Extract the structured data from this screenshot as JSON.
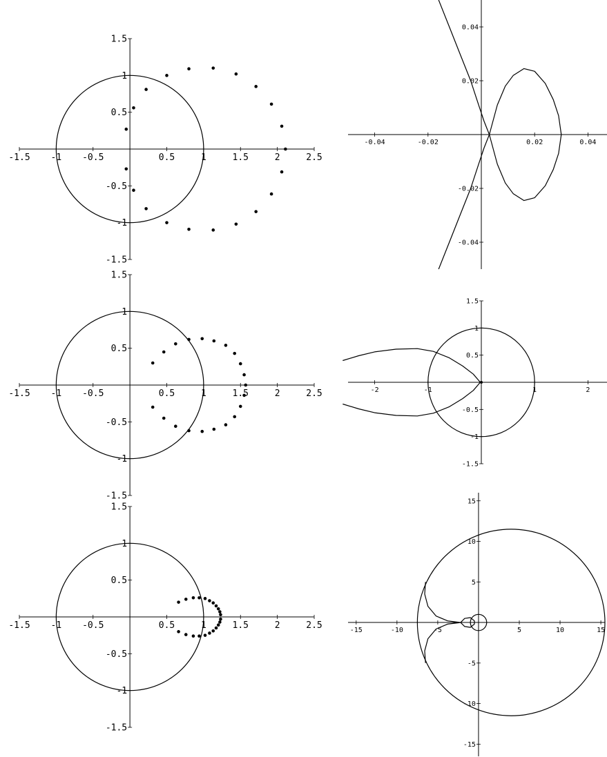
{
  "chart_data": [
    {
      "id": "panel-top-left",
      "type": "scatter",
      "xlim": [
        -1.5,
        2.5
      ],
      "ylim": [
        -1.5,
        1.5
      ],
      "x_ticks": [
        -1.5,
        -1,
        -0.5,
        0.5,
        1,
        1.5,
        2,
        2.5
      ],
      "x_tick_labels": [
        "-1.5",
        "-1",
        "-0.5",
        "0.5",
        "1",
        "1.5",
        "2",
        "2.5"
      ],
      "y_ticks": [
        -1.5,
        -1,
        -0.5,
        0.5,
        1,
        1.5
      ],
      "y_tick_labels": [
        "-1.5",
        "-1",
        "-0.5",
        "0.5",
        "1",
        "1.5"
      ],
      "grid": false,
      "circles": [
        {
          "cx": 0,
          "cy": 0,
          "r": 1
        }
      ],
      "points": [
        [
          -0.05,
          0.27
        ],
        [
          0.05,
          0.56
        ],
        [
          0.22,
          0.81
        ],
        [
          0.5,
          1.0
        ],
        [
          0.8,
          1.09
        ],
        [
          1.13,
          1.1
        ],
        [
          1.44,
          1.02
        ],
        [
          1.71,
          0.85
        ],
        [
          1.92,
          0.61
        ],
        [
          2.06,
          0.31
        ],
        [
          2.11,
          0.0
        ],
        [
          -0.05,
          -0.27
        ],
        [
          0.05,
          -0.56
        ],
        [
          0.22,
          -0.81
        ],
        [
          0.5,
          -1.0
        ],
        [
          0.8,
          -1.09
        ],
        [
          1.13,
          -1.1
        ],
        [
          1.44,
          -1.02
        ],
        [
          1.71,
          -0.85
        ],
        [
          1.92,
          -0.61
        ],
        [
          2.06,
          -0.31
        ]
      ]
    },
    {
      "id": "panel-top-right",
      "type": "line",
      "xlim": [
        -0.05,
        0.05
      ],
      "ylim": [
        -0.05,
        0.05
      ],
      "x_ticks": [
        -0.04,
        -0.02,
        0.02,
        0.04
      ],
      "x_tick_labels": [
        "-0.04",
        "-0.02",
        "0.02",
        "0.04"
      ],
      "y_ticks": [
        -0.04,
        -0.02,
        0.02,
        0.04
      ],
      "y_tick_labels": [
        "-0.04",
        "-0.02",
        "0.02",
        "0.04"
      ],
      "grid": false,
      "curves": [
        {
          "points": [
            [
              0.003,
              0.0
            ],
            [
              0.006,
              0.011
            ],
            [
              0.009,
              0.018
            ],
            [
              0.012,
              0.022
            ],
            [
              0.016,
              0.0245
            ],
            [
              0.02,
              0.0235
            ],
            [
              0.024,
              0.019
            ],
            [
              0.027,
              0.013
            ],
            [
              0.029,
              0.007
            ],
            [
              0.03,
              0.0
            ],
            [
              0.029,
              -0.007
            ],
            [
              0.027,
              -0.013
            ],
            [
              0.024,
              -0.019
            ],
            [
              0.02,
              -0.0235
            ],
            [
              0.016,
              -0.0245
            ],
            [
              0.012,
              -0.022
            ],
            [
              0.009,
              -0.018
            ],
            [
              0.006,
              -0.011
            ],
            [
              0.003,
              0.0
            ]
          ]
        },
        {
          "points": [
            [
              -0.016,
              0.05
            ],
            [
              -0.012,
              0.04
            ],
            [
              -0.008,
              0.03
            ],
            [
              -0.004,
              0.02
            ],
            [
              -0.001,
              0.011
            ],
            [
              0.001,
              0.005
            ],
            [
              0.003,
              0.0
            ],
            [
              0.001,
              -0.005
            ],
            [
              -0.001,
              -0.011
            ],
            [
              -0.004,
              -0.02
            ],
            [
              -0.008,
              -0.03
            ],
            [
              -0.012,
              -0.04
            ],
            [
              -0.016,
              -0.05
            ]
          ]
        }
      ]
    },
    {
      "id": "panel-middle-left",
      "type": "scatter",
      "xlim": [
        -1.5,
        2.5
      ],
      "ylim": [
        -1.5,
        1.5
      ],
      "x_ticks": [
        -1.5,
        -1,
        -0.5,
        0.5,
        1,
        1.5,
        2,
        2.5
      ],
      "x_tick_labels": [
        "-1.5",
        "-1",
        "-0.5",
        "0.5",
        "1",
        "1.5",
        "2",
        "2.5"
      ],
      "y_ticks": [
        -1.5,
        -1,
        -0.5,
        0.5,
        1,
        1.5
      ],
      "y_tick_labels": [
        "-1.5",
        "-1",
        "-0.5",
        "0.5",
        "1",
        "1.5"
      ],
      "grid": false,
      "circles": [
        {
          "cx": 0,
          "cy": 0,
          "r": 1
        }
      ],
      "points": [
        [
          0.31,
          0.3
        ],
        [
          0.46,
          0.45
        ],
        [
          0.62,
          0.56
        ],
        [
          0.8,
          0.62
        ],
        [
          0.98,
          0.63
        ],
        [
          1.14,
          0.6
        ],
        [
          1.3,
          0.54
        ],
        [
          1.42,
          0.43
        ],
        [
          1.5,
          0.29
        ],
        [
          1.55,
          0.14
        ],
        [
          1.57,
          0.0
        ],
        [
          0.31,
          -0.3
        ],
        [
          0.46,
          -0.45
        ],
        [
          0.62,
          -0.56
        ],
        [
          0.8,
          -0.62
        ],
        [
          0.98,
          -0.63
        ],
        [
          1.14,
          -0.6
        ],
        [
          1.3,
          -0.54
        ],
        [
          1.42,
          -0.43
        ],
        [
          1.5,
          -0.29
        ],
        [
          1.55,
          -0.14
        ]
      ]
    },
    {
      "id": "panel-middle-right",
      "type": "line",
      "xlim": [
        -2.5,
        2.5
      ],
      "ylim": [
        -1.5,
        1.5
      ],
      "x_ticks": [
        -2,
        -1,
        1,
        2
      ],
      "x_tick_labels": [
        "-2",
        "-1",
        "1",
        "2"
      ],
      "y_ticks": [
        -1.5,
        -1,
        -0.5,
        0.5,
        1,
        1.5
      ],
      "y_tick_labels": [
        "-1.5",
        "-1",
        "-0.5",
        "0.5",
        "1",
        "1.5"
      ],
      "grid": false,
      "circles": [
        {
          "cx": 0,
          "cy": 0,
          "r": 1
        }
      ],
      "curves": [
        {
          "points": [
            [
              -2.6,
              0.4
            ],
            [
              -2.3,
              0.49
            ],
            [
              -2.0,
              0.56
            ],
            [
              -1.6,
              0.61
            ],
            [
              -1.2,
              0.62
            ],
            [
              -0.9,
              0.57
            ],
            [
              -0.6,
              0.45
            ],
            [
              -0.35,
              0.3
            ],
            [
              -0.15,
              0.15
            ],
            [
              -0.02,
              0.0
            ],
            [
              -0.15,
              -0.15
            ],
            [
              -0.35,
              -0.3
            ],
            [
              -0.6,
              -0.45
            ],
            [
              -0.9,
              -0.57
            ],
            [
              -1.2,
              -0.62
            ],
            [
              -1.6,
              -0.61
            ],
            [
              -2.0,
              -0.56
            ],
            [
              -2.3,
              -0.49
            ],
            [
              -2.6,
              -0.4
            ]
          ]
        }
      ],
      "markers": [
        [
          0,
          0
        ]
      ]
    },
    {
      "id": "panel-bottom-left",
      "type": "scatter",
      "xlim": [
        -1.5,
        2.5
      ],
      "ylim": [
        -1.5,
        1.5
      ],
      "x_ticks": [
        -1.5,
        -1,
        -0.5,
        0.5,
        1,
        1.5,
        2,
        2.5
      ],
      "x_tick_labels": [
        "-1.5",
        "-1",
        "-0.5",
        "0.5",
        "1",
        "1.5",
        "2",
        "2.5"
      ],
      "y_ticks": [
        -1.5,
        -1,
        -0.5,
        0.5,
        1,
        1.5
      ],
      "y_tick_labels": [
        "-1.5",
        "-1",
        "-0.5",
        "0.5",
        "1",
        "1.5"
      ],
      "grid": false,
      "circles": [
        {
          "cx": 0,
          "cy": 0,
          "r": 1
        }
      ],
      "points": [
        [
          0.66,
          0.2
        ],
        [
          0.76,
          0.24
        ],
        [
          0.86,
          0.26
        ],
        [
          0.94,
          0.26
        ],
        [
          1.02,
          0.25
        ],
        [
          1.08,
          0.22
        ],
        [
          1.13,
          0.19
        ],
        [
          1.17,
          0.15
        ],
        [
          1.2,
          0.11
        ],
        [
          1.22,
          0.07
        ],
        [
          1.23,
          0.03
        ],
        [
          0.66,
          -0.2
        ],
        [
          0.76,
          -0.24
        ],
        [
          0.86,
          -0.26
        ],
        [
          0.94,
          -0.26
        ],
        [
          1.02,
          -0.25
        ],
        [
          1.08,
          -0.22
        ],
        [
          1.13,
          -0.19
        ],
        [
          1.17,
          -0.15
        ],
        [
          1.2,
          -0.11
        ],
        [
          1.22,
          -0.07
        ],
        [
          1.23,
          -0.03
        ]
      ]
    },
    {
      "id": "panel-bottom-right",
      "type": "line",
      "xlim": [
        -16,
        15.5
      ],
      "ylim": [
        -16.5,
        16
      ],
      "x_ticks": [
        -15,
        -10,
        -5,
        5,
        10,
        15
      ],
      "x_tick_labels": [
        "-15",
        "-10",
        "-5",
        "5",
        "10",
        "15"
      ],
      "y_ticks": [
        -15,
        -10,
        -5,
        5,
        10,
        15
      ],
      "y_tick_labels": [
        "-15",
        "-10",
        "-5",
        "5",
        "10",
        "15"
      ],
      "grid": false,
      "circles": [
        {
          "cx": 0,
          "cy": 0,
          "r": 1
        },
        {
          "cx": 4,
          "cy": 0,
          "r": 11.5
        }
      ],
      "curves": [
        {
          "points": [
            [
              -6.5,
              5.0
            ],
            [
              -6.6,
              3.5
            ],
            [
              -6.2,
              2.0
            ],
            [
              -5.2,
              0.8
            ],
            [
              -3.8,
              0.2
            ],
            [
              -2.2,
              0.0
            ],
            [
              -3.8,
              -0.2
            ],
            [
              -5.2,
              -0.8
            ],
            [
              -6.2,
              -2.0
            ],
            [
              -6.6,
              -3.5
            ],
            [
              -6.5,
              -5.0
            ]
          ]
        },
        {
          "points": [
            [
              -2.2,
              0.0
            ],
            [
              -1.7,
              0.5
            ],
            [
              -1.0,
              0.6
            ],
            [
              -0.5,
              0.2
            ],
            [
              -0.5,
              -0.2
            ],
            [
              -1.0,
              -0.6
            ],
            [
              -1.7,
              -0.5
            ],
            [
              -2.2,
              0.0
            ]
          ]
        }
      ]
    }
  ]
}
